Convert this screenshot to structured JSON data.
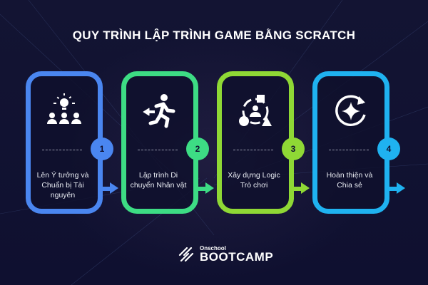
{
  "title": "QUY TRÌNH LẬP TRÌNH GAME BẰNG SCRATCH",
  "steps": [
    {
      "number": "1",
      "label": "Lên Ý tưởng và Chuẩn bị Tài nguyên",
      "icon": "idea-team-icon",
      "color": "#4a86f0"
    },
    {
      "number": "2",
      "label": "Lập trình Di chuyển Nhân vật",
      "icon": "running-person-icon",
      "color": "#3ddc84"
    },
    {
      "number": "3",
      "label": "Xây dựng Logic Trò chơi",
      "icon": "shapes-logic-icon",
      "color": "#8fd835"
    },
    {
      "number": "4",
      "label": "Hoàn thiện và Chia sẻ",
      "icon": "sparkle-refresh-icon",
      "color": "#1fb2f0"
    }
  ],
  "logo": {
    "small": "Onschool",
    "big": "BOOTCAMP"
  }
}
